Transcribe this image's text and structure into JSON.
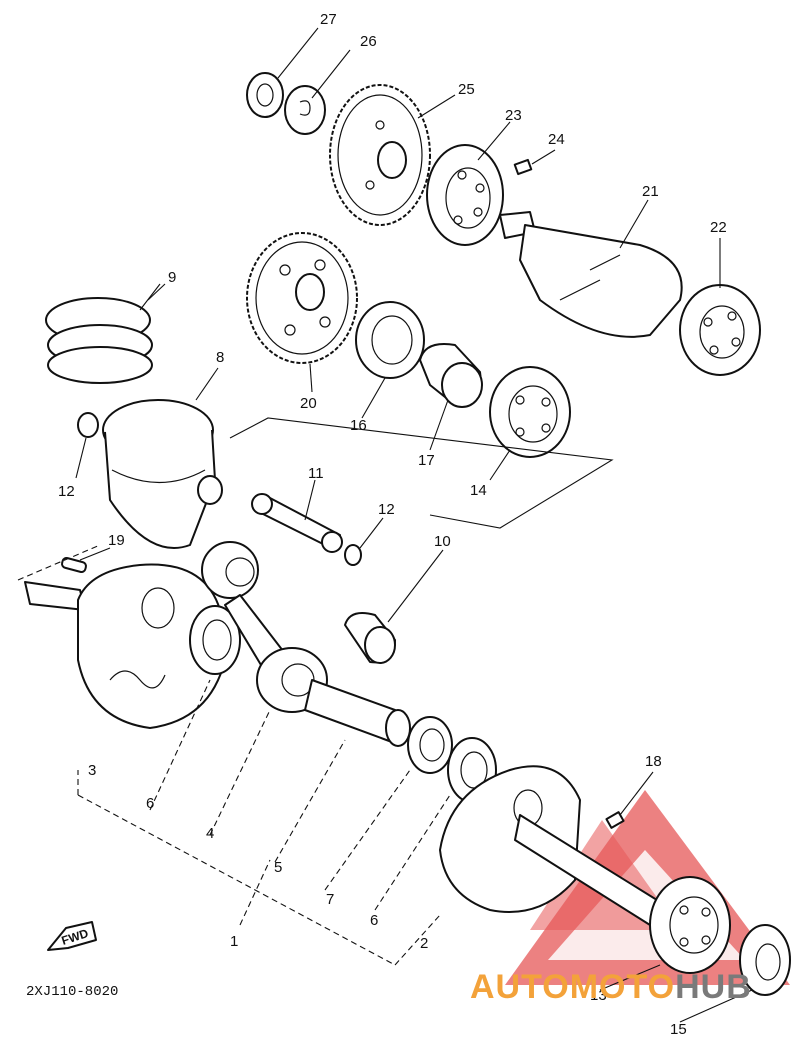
{
  "diagram_code": "2XJ110-8020",
  "fwd_label": "FWD",
  "logo": {
    "part1": "AUTO",
    "part2": "MOTO",
    "part3": "HUB",
    "color_orange": "#f3a23a",
    "color_gray": "#7a7a7a",
    "color_red": "#e23a3a"
  },
  "part_labels": [
    {
      "id": "27",
      "text": "27"
    },
    {
      "id": "26",
      "text": "26"
    },
    {
      "id": "25",
      "text": "25"
    },
    {
      "id": "23",
      "text": "23"
    },
    {
      "id": "24",
      "text": "24"
    },
    {
      "id": "21",
      "text": "21"
    },
    {
      "id": "22",
      "text": "22"
    },
    {
      "id": "9",
      "text": "9"
    },
    {
      "id": "8",
      "text": "8"
    },
    {
      "id": "20",
      "text": "20"
    },
    {
      "id": "16",
      "text": "16"
    },
    {
      "id": "17",
      "text": "17"
    },
    {
      "id": "14",
      "text": "14"
    },
    {
      "id": "12a",
      "text": "12"
    },
    {
      "id": "11",
      "text": "11"
    },
    {
      "id": "12b",
      "text": "12"
    },
    {
      "id": "10",
      "text": "10"
    },
    {
      "id": "19",
      "text": "19"
    },
    {
      "id": "3",
      "text": "3"
    },
    {
      "id": "6a",
      "text": "6"
    },
    {
      "id": "4",
      "text": "4"
    },
    {
      "id": "5",
      "text": "5"
    },
    {
      "id": "7",
      "text": "7"
    },
    {
      "id": "6b",
      "text": "6"
    },
    {
      "id": "1",
      "text": "1"
    },
    {
      "id": "2",
      "text": "2"
    },
    {
      "id": "18",
      "text": "18"
    },
    {
      "id": "13",
      "text": "13"
    },
    {
      "id": "15",
      "text": "15"
    }
  ]
}
